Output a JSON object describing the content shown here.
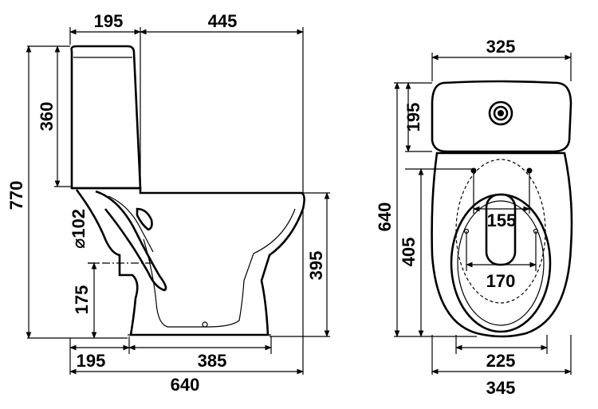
{
  "side_view": {
    "dims": {
      "top_tank_depth": "195",
      "top_bowl_length": "445",
      "tank_height": "360",
      "total_height": "770",
      "outlet_diameter": "⌀102",
      "outlet_height": "175",
      "seat_height": "395",
      "bottom_offset": "195",
      "base_length": "385",
      "total_length": "640"
    }
  },
  "top_view": {
    "dims": {
      "tank_width": "325",
      "tank_depth": "195",
      "total_depth": "640",
      "fixing_depth": "405",
      "seat_hole_spacing": "155",
      "floor_hole_spacing": "170",
      "seat_width": "225",
      "bowl_width": "345"
    }
  }
}
